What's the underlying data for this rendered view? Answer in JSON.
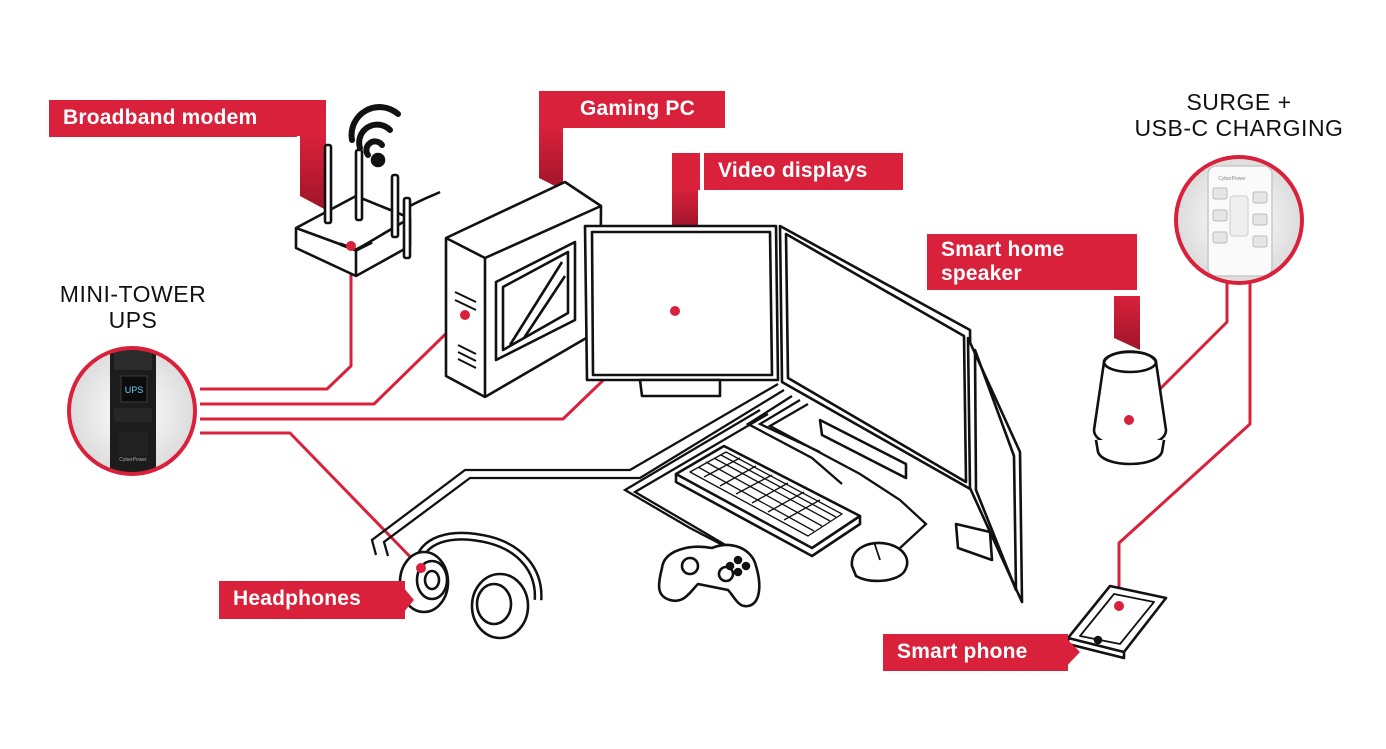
{
  "labels": {
    "broadband_modem": "Broadband modem",
    "gaming_pc": "Gaming PC",
    "video_displays": "Video displays",
    "smart_home_speaker": "Smart home speaker",
    "headphones": "Headphones",
    "smart_phone": "Smart phone"
  },
  "headings": {
    "ups_line1": "MINI-TOWER",
    "ups_line2": "UPS",
    "surge_line1": "SURGE +",
    "surge_line2": "USB-C CHARGING"
  },
  "device_text": {
    "ups_screen": "UPS",
    "ups_brand": "CyberPower",
    "surge_brand": "CyberPower"
  },
  "colors": {
    "accent_red": "#d9213b",
    "line_black": "#111111",
    "background": "#ffffff"
  }
}
